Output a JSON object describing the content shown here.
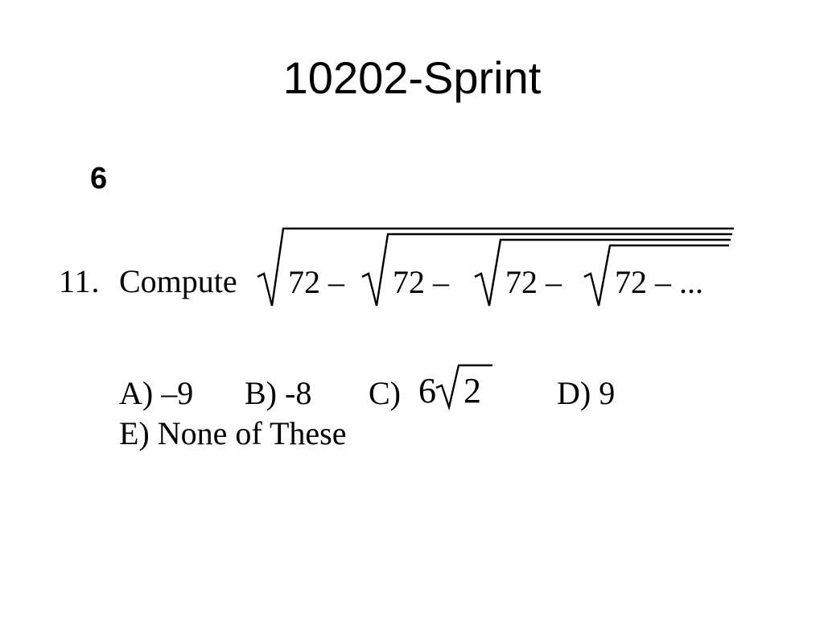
{
  "slide": {
    "title": "10202-Sprint",
    "answer": "6"
  },
  "problem": {
    "number": "11.",
    "prompt": "Compute",
    "terms": [
      "72 –",
      "72 –",
      "72 –",
      "72 – ..."
    ],
    "choices": {
      "a": "A) –9",
      "b": "B) -8",
      "c_label": "C)",
      "c_coefficient": "6",
      "c_radicand": "2",
      "d": "D) 9",
      "e": "E) None of These"
    }
  }
}
